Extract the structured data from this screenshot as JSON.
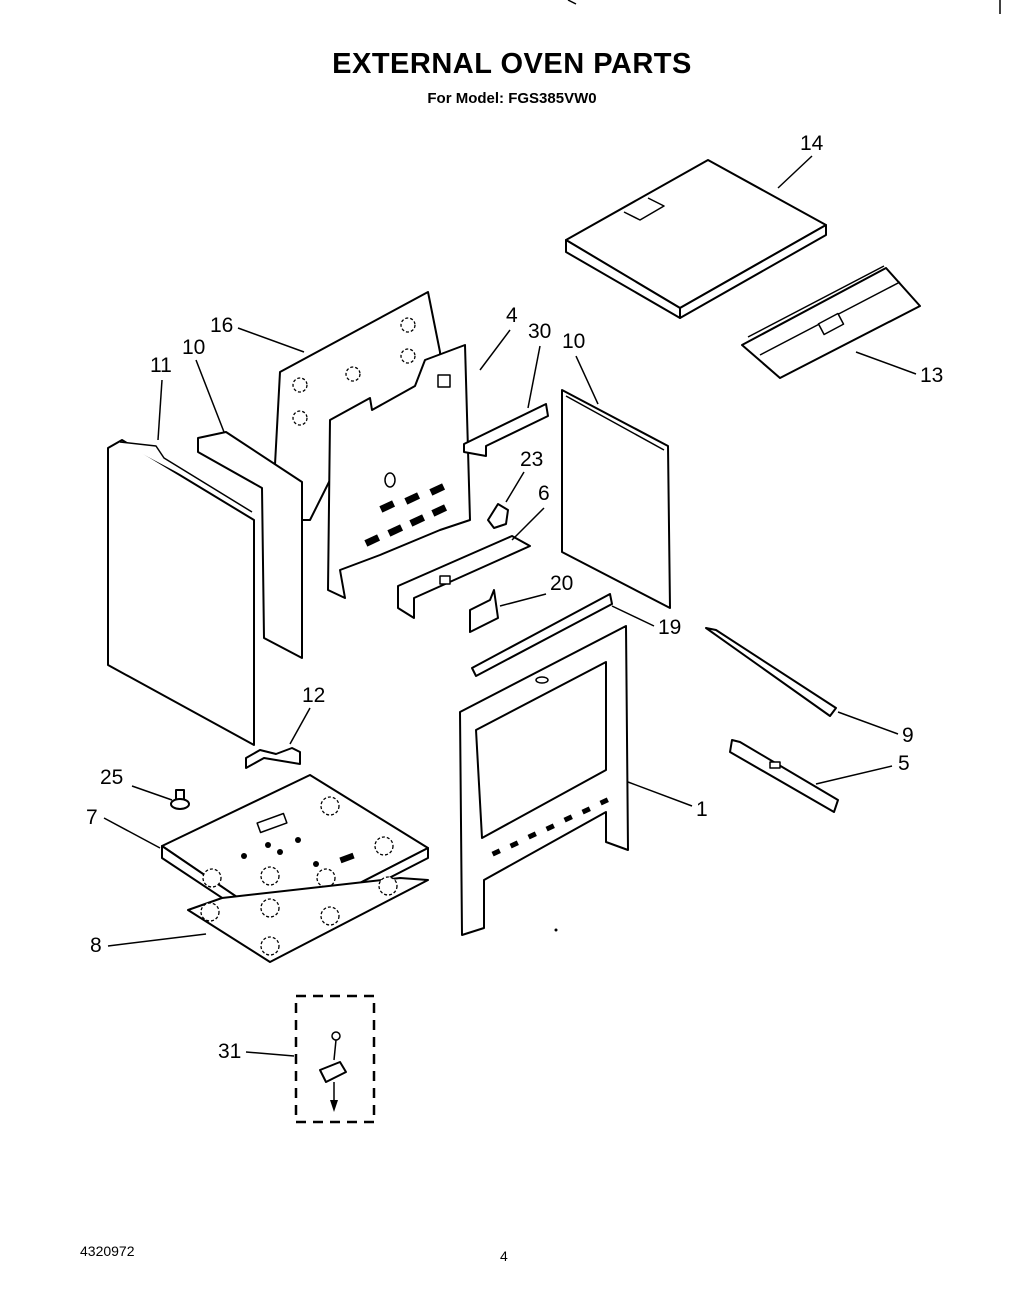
{
  "header": {
    "title": "EXTERNAL OVEN PARTS",
    "subtitle": "For Model: FGS385VW0"
  },
  "callouts": {
    "c14": "14",
    "c13": "13",
    "c16": "16",
    "c4": "4",
    "c30": "30",
    "c10_right": "10",
    "c11": "11",
    "c10_left": "10",
    "c23": "23",
    "c6": "6",
    "c20": "20",
    "c19": "19",
    "c12": "12",
    "c9": "9",
    "c5": "5",
    "c25": "25",
    "c7": "7",
    "c1": "1",
    "c8": "8",
    "c31": "31"
  },
  "footer": {
    "doc_number": "4320972",
    "page_number": "4"
  }
}
